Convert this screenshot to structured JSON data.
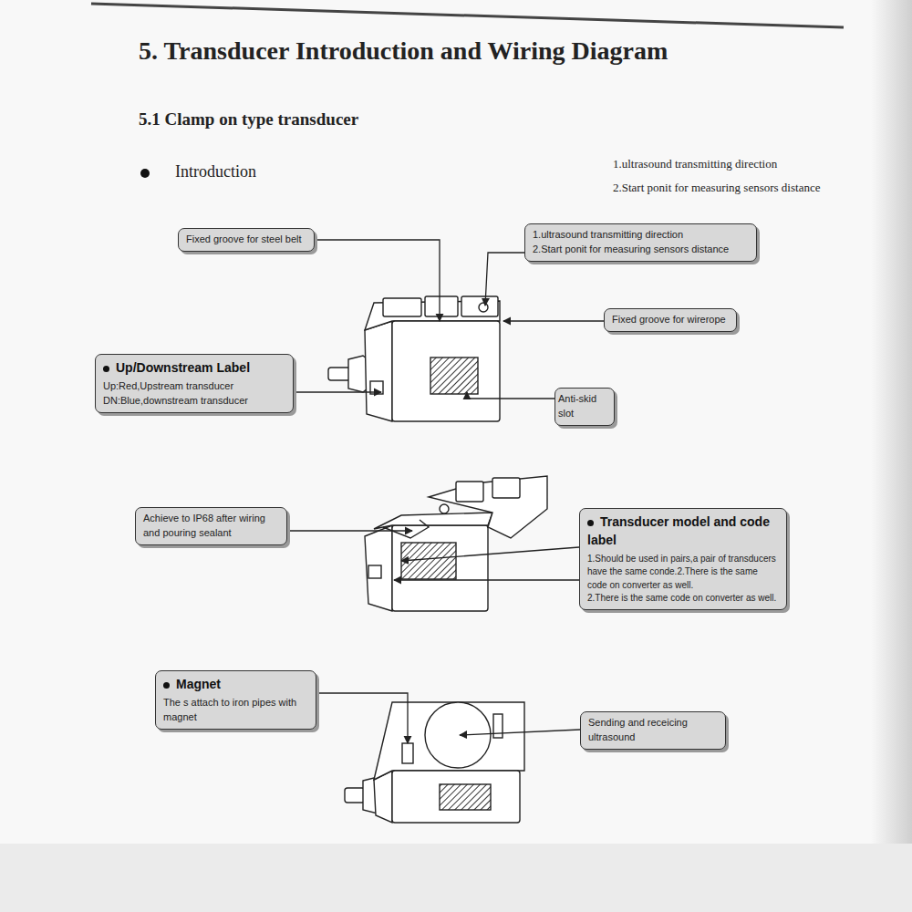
{
  "diagram": {
    "title": "5. Transducer Introduction and Wiring Diagram",
    "nodes": [
      {
        "text": [
          "Fixed groove for steel belt"
        ]
      },
      {
        "text": [
          "1.ultrasound transmitting direction",
          "2.Start ponit for measuring sensors distance"
        ]
      },
      {
        "text": [
          "Fixed groove for wirerope"
        ]
      },
      {
        "text": [
          "Up/Downstream Label",
          "Up:Red,Upstream transducer",
          "DN:Blue,downstream transducer"
        ]
      },
      {
        "text": [
          "Anti-skid slot"
        ]
      },
      {
        "text": [
          "Achieve to IP68 after wiring and pouring sealant"
        ]
      },
      {
        "text": [
          "Transducer model and code label",
          "1.Should be used in pairs,a pair of transducers have the same conde.2.There is the same code on converter as well.",
          "2.There is the same code on converter as well."
        ]
      },
      {
        "text": [
          "Magnet",
          "The s attach to iron pipes with magnet"
        ]
      },
      {
        "text": [
          "Sending and receicing ultrasound"
        ]
      }
    ],
    "labels": [
      "5.1 Clamp on type transducer",
      "Introduction",
      "1.ultrasound transmitting direction",
      "2.Start ponit for measuring sensors distance"
    ]
  }
}
